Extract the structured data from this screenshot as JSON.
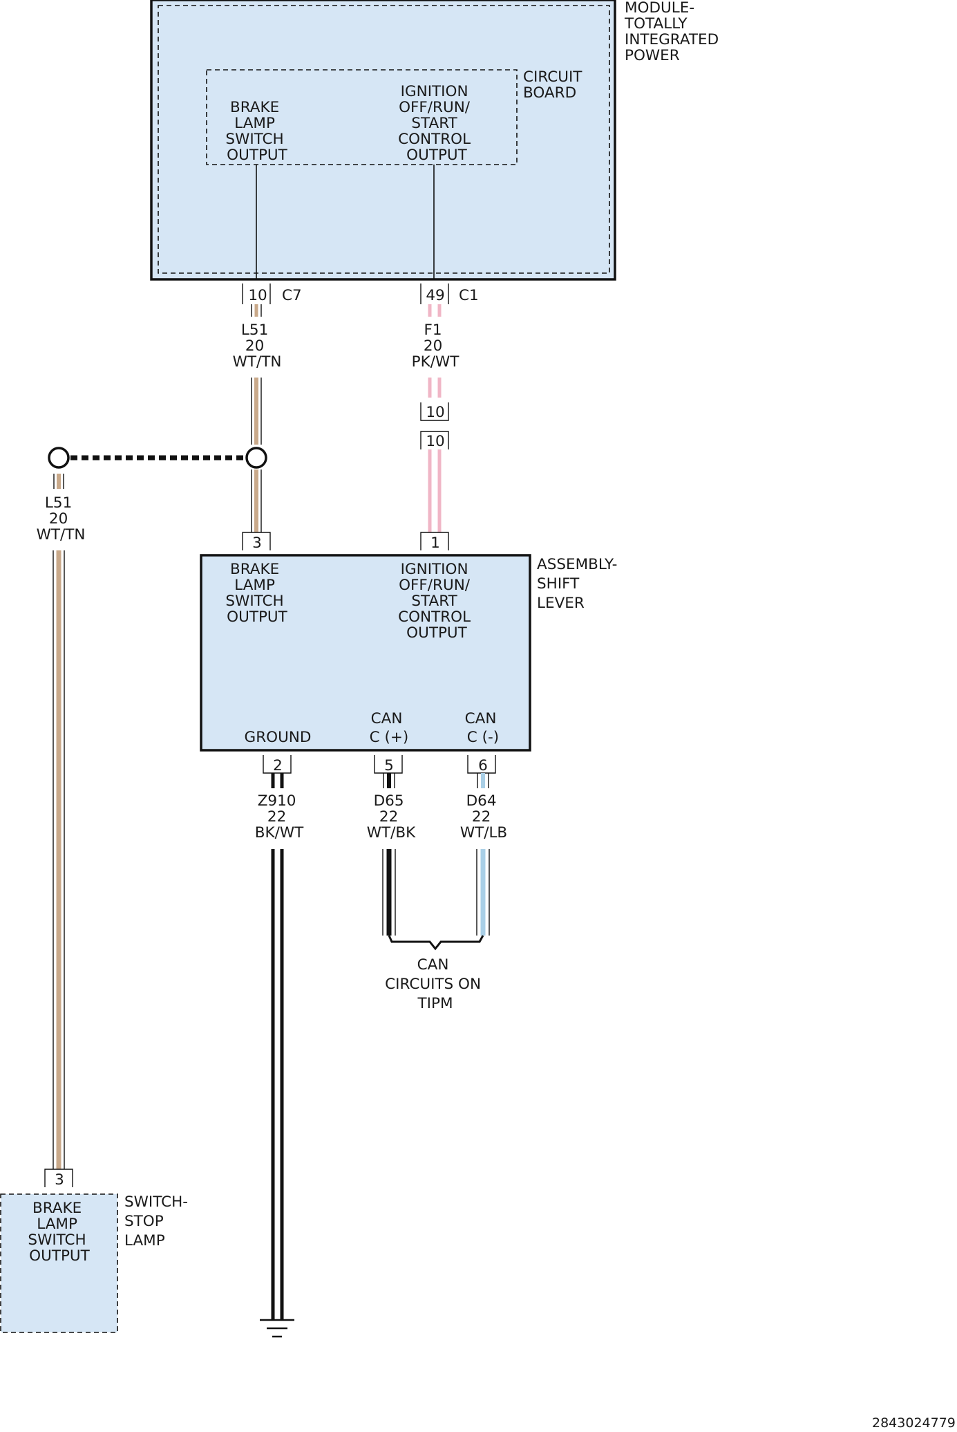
{
  "colors": {
    "box_fill": "#d6e6f5",
    "wire_tan": "#c9a98a",
    "wire_pink": "#f0b6c6",
    "wire_black": "#111111",
    "wire_lightblue": "#a9cfe6",
    "outline": "#111111"
  },
  "module_tipm": {
    "label": [
      "MODULE-",
      "TOTALLY",
      "INTEGRATED",
      "POWER"
    ],
    "circuit_board_label": [
      "CIRCUIT",
      "BOARD"
    ],
    "brake_output": [
      "BRAKE",
      "LAMP",
      "SWITCH",
      "OUTPUT"
    ],
    "ignition_output": [
      "IGNITION",
      "OFF/RUN/",
      "START",
      "CONTROL",
      "OUTPUT"
    ],
    "pin_brake": "10",
    "conn_brake": "C7",
    "pin_ignition": "49",
    "conn_ignition": "C1"
  },
  "wires": {
    "l51_upper": [
      "L51",
      "20",
      "WT/TN"
    ],
    "f1": [
      "F1",
      "20",
      "PK/WT"
    ],
    "inline_pin_top": "10",
    "inline_pin_bottom": "10",
    "l51_left": [
      "L51",
      "20",
      "WT/TN"
    ],
    "z910": [
      "Z910",
      "22",
      "BK/WT"
    ],
    "d65": [
      "D65",
      "22",
      "WT/BK"
    ],
    "d64": [
      "D64",
      "22",
      "WT/LB"
    ]
  },
  "shift_lever": {
    "label": [
      "ASSEMBLY-",
      "SHIFT",
      "LEVER"
    ],
    "brake_output": [
      "BRAKE",
      "LAMP",
      "SWITCH",
      "OUTPUT"
    ],
    "ignition_output": [
      "IGNITION",
      "OFF/RUN/",
      "START",
      "CONTROL",
      "OUTPUT"
    ],
    "ground": "GROUND",
    "can_pos": [
      "CAN",
      "C (+)"
    ],
    "can_neg": [
      "CAN",
      "C (-)"
    ],
    "pin_brake": "3",
    "pin_ignition": "1",
    "pin_ground": "2",
    "pin_can_pos": "5",
    "pin_can_neg": "6"
  },
  "can_note": [
    "CAN",
    "CIRCUITS ON",
    "TIPM"
  ],
  "stop_lamp_switch": {
    "label": [
      "SWITCH-",
      "STOP",
      "LAMP"
    ],
    "output": [
      "BRAKE",
      "LAMP",
      "SWITCH",
      "OUTPUT"
    ],
    "pin": "3"
  },
  "figure_id": "2843024779"
}
